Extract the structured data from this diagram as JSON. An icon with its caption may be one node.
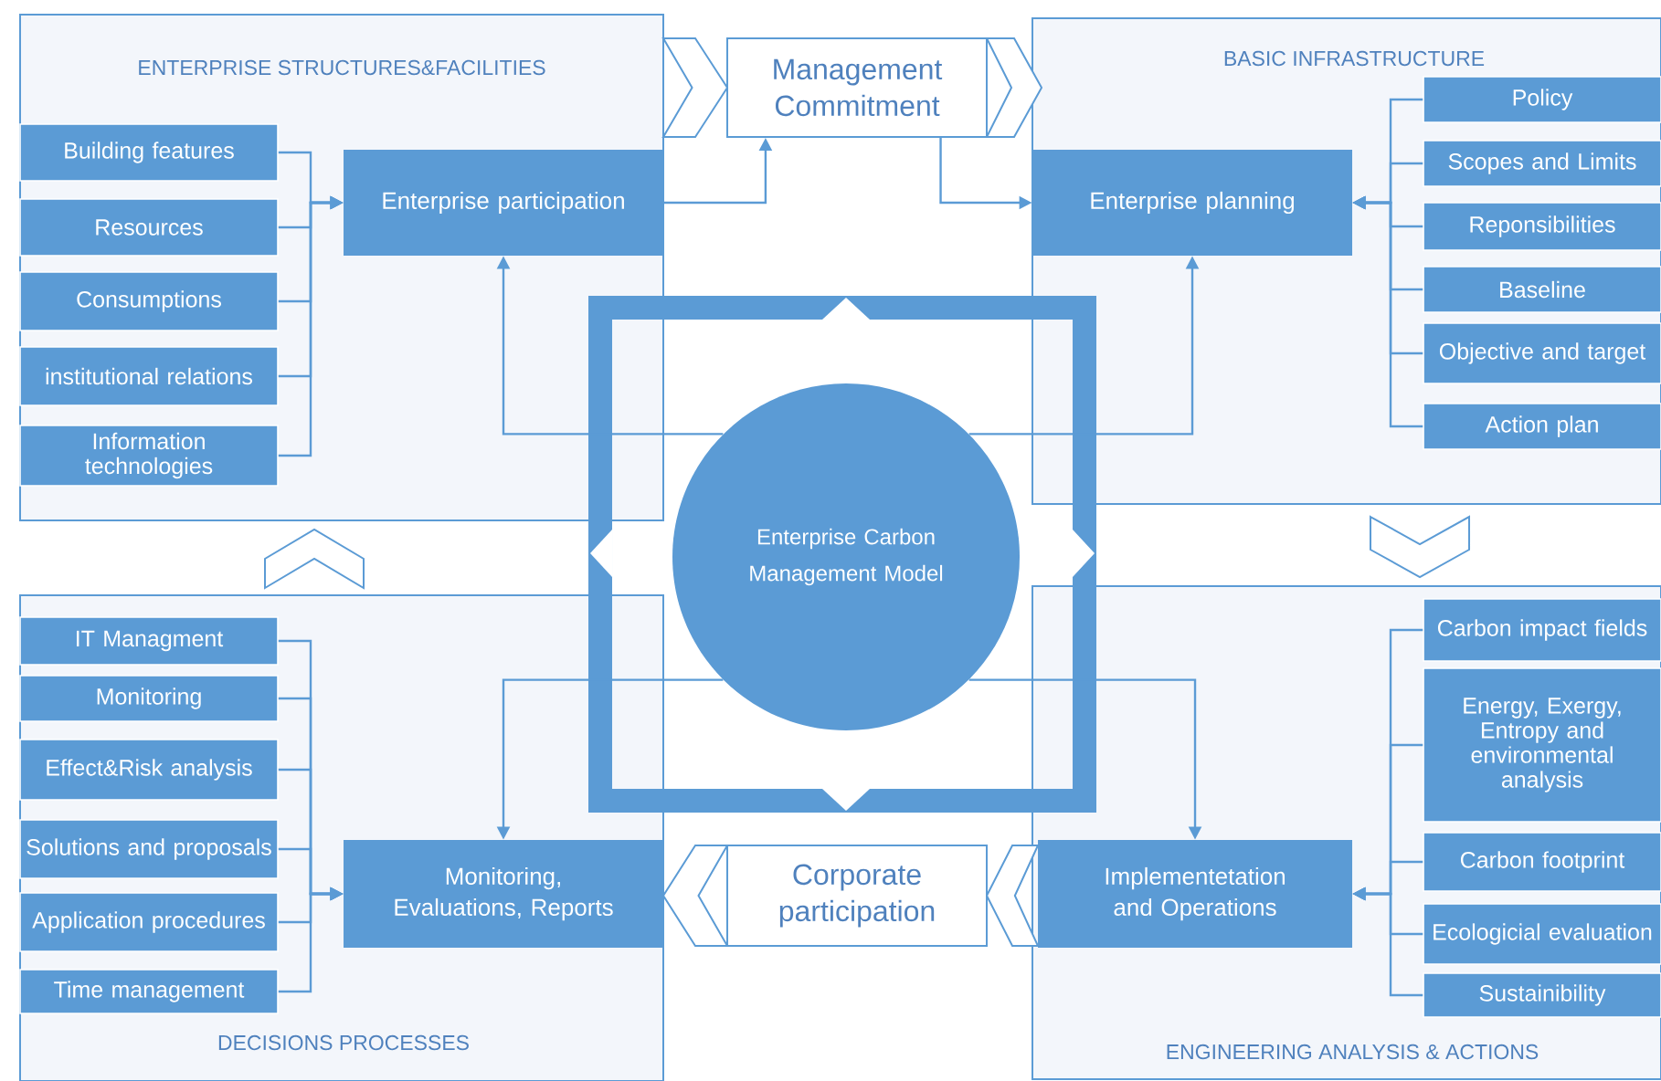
{
  "diagram": {
    "nodes": [
      {
        "text": [
          "ENTERPRISE STRUCTURES&FACILITIES"
        ]
      },
      {
        "text": [
          "Building features"
        ],
        "in": 0
      },
      {
        "text": [
          "Resources"
        ],
        "in": 0
      },
      {
        "text": [
          "Consumptions"
        ],
        "in": 0
      },
      {
        "text": [
          "institutional relations"
        ],
        "in": 0
      },
      {
        "text": [
          "Information technologies"
        ],
        "in": 0
      },
      {
        "text": [
          "Enterprise participation"
        ],
        "in": 0
      },
      {
        "text": [
          "Management Commitment"
        ]
      },
      {
        "text": [
          "BASIC INFRASTRUCTURE"
        ]
      },
      {
        "text": [
          "Enterprise planning"
        ],
        "in": 8
      },
      {
        "text": [
          "Policy"
        ],
        "in": 8
      },
      {
        "text": [
          "Scopes and Limits"
        ],
        "in": 8
      },
      {
        "text": [
          "Reponsibilities"
        ],
        "in": 8
      },
      {
        "text": [
          "Baseline"
        ],
        "in": 8
      },
      {
        "text": [
          "Objective and target"
        ],
        "in": 8
      },
      {
        "text": [
          "Action plan"
        ],
        "in": 8
      },
      {
        "text": [
          "Enterprise Carbon Management Model"
        ]
      },
      {
        "text": [
          "DECISIONS PROCESSES"
        ]
      },
      {
        "text": [
          "IT Managment"
        ],
        "in": 17
      },
      {
        "text": [
          "Monitoring"
        ],
        "in": 17
      },
      {
        "text": [
          "Effect&Risk analysis"
        ],
        "in": 17
      },
      {
        "text": [
          "Solutions and proposals"
        ],
        "in": 17
      },
      {
        "text": [
          "Application procedures"
        ],
        "in": 17
      },
      {
        "text": [
          "Time management"
        ],
        "in": 17
      },
      {
        "text": [
          "Monitoring, Evaluations, Reports"
        ],
        "in": 17
      },
      {
        "text": [
          "Corporate participation"
        ]
      },
      {
        "text": [
          "ENGINEERING ANALYSIS & ACTIONS"
        ]
      },
      {
        "text": [
          "Implementetation and Operations"
        ],
        "in": 26
      },
      {
        "text": [
          "Carbon impact fields"
        ],
        "in": 26
      },
      {
        "text": [
          "Energy, Exergy, Entropy and environmental analysis"
        ],
        "in": 26
      },
      {
        "text": [
          "Carbon footprint"
        ],
        "in": 26
      },
      {
        "text": [
          "Ecologicial evaluation"
        ],
        "in": 26
      },
      {
        "text": [
          "Sustainibility"
        ],
        "in": 26
      }
    ],
    "edges": [
      {
        "from": 1,
        "to": 6,
        "arrow": "to"
      },
      {
        "from": 2,
        "to": 6,
        "arrow": "to"
      },
      {
        "from": 3,
        "to": 6,
        "arrow": "to"
      },
      {
        "from": 4,
        "to": 6,
        "arrow": "to"
      },
      {
        "from": 5,
        "to": 6,
        "arrow": "to"
      },
      {
        "from": 6,
        "to": 7,
        "arrow": "to"
      },
      {
        "from": 7,
        "to": 9,
        "arrow": "to"
      },
      {
        "from": 10,
        "to": 9,
        "arrow": "to"
      },
      {
        "from": 11,
        "to": 9,
        "arrow": "to"
      },
      {
        "from": 12,
        "to": 9,
        "arrow": "to"
      },
      {
        "from": 13,
        "to": 9,
        "arrow": "to"
      },
      {
        "from": 14,
        "to": 9,
        "arrow": "to"
      },
      {
        "from": 15,
        "to": 9,
        "arrow": "to"
      },
      {
        "from": 16,
        "to": 6,
        "arrow": "to"
      },
      {
        "from": 16,
        "to": 9,
        "arrow": "to"
      },
      {
        "from": 16,
        "to": 24,
        "arrow": "to"
      },
      {
        "from": 16,
        "to": 27,
        "arrow": "to"
      },
      {
        "from": 18,
        "to": 24,
        "arrow": "to"
      },
      {
        "from": 19,
        "to": 24,
        "arrow": "to"
      },
      {
        "from": 20,
        "to": 24,
        "arrow": "to"
      },
      {
        "from": 21,
        "to": 24,
        "arrow": "to"
      },
      {
        "from": 22,
        "to": 24,
        "arrow": "to"
      },
      {
        "from": 23,
        "to": 24,
        "arrow": "to"
      },
      {
        "from": 28,
        "to": 27,
        "arrow": "to"
      },
      {
        "from": 29,
        "to": 27,
        "arrow": "to"
      },
      {
        "from": 30,
        "to": 27,
        "arrow": "to"
      },
      {
        "from": 31,
        "to": 27,
        "arrow": "to"
      },
      {
        "from": 32,
        "to": 27,
        "arrow": "to"
      },
      {
        "from": 0,
        "to": 7,
        "arrow": "to"
      },
      {
        "from": 7,
        "to": 8,
        "arrow": "to"
      },
      {
        "from": 8,
        "to": 26,
        "arrow": "to"
      },
      {
        "from": 27,
        "to": 25,
        "arrow": "to"
      },
      {
        "from": 25,
        "to": 24,
        "arrow": "to"
      },
      {
        "from": 17,
        "to": 0,
        "arrow": "to"
      }
    ]
  }
}
